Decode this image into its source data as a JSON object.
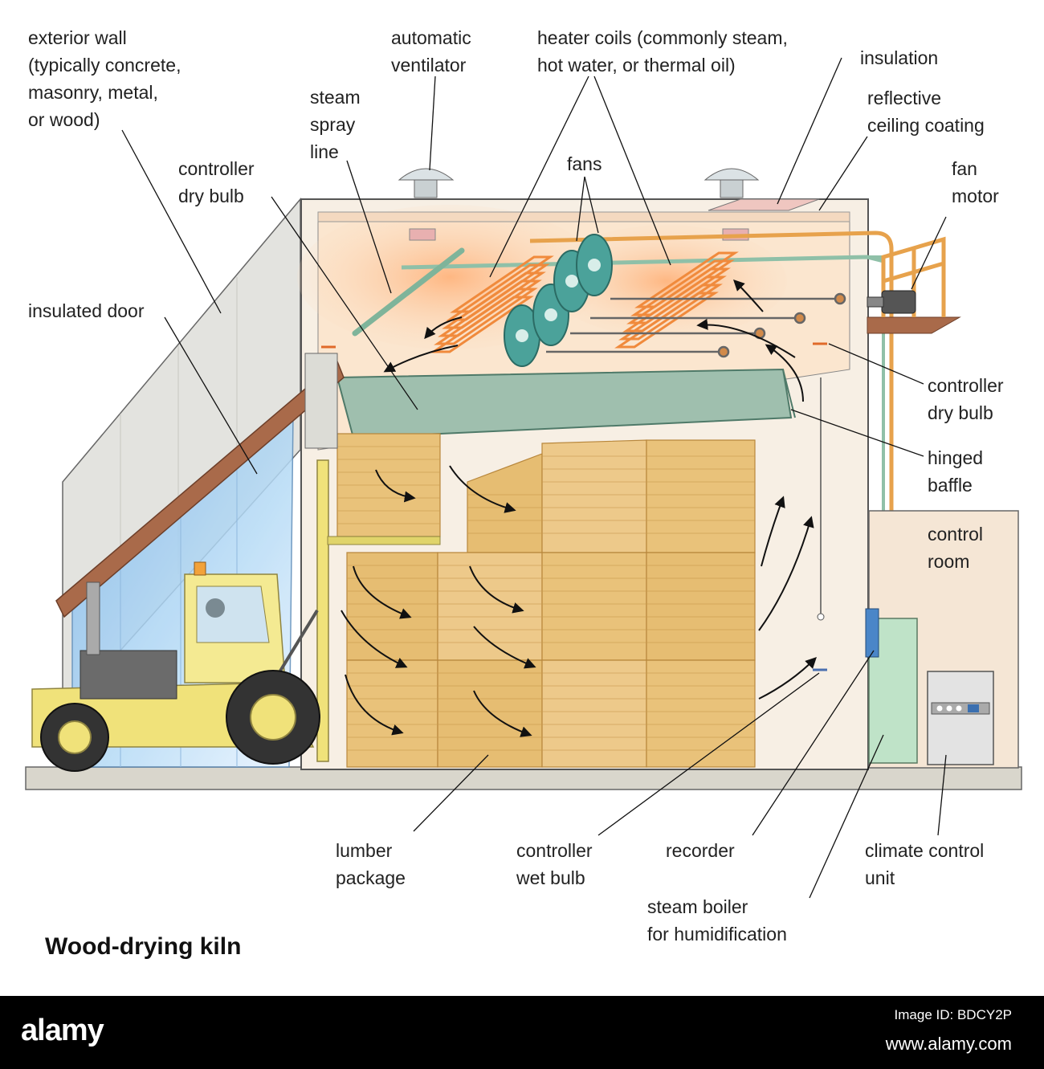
{
  "title": "Wood-drying kiln",
  "labels": {
    "exterior_wall": "exterior wall\n(typically concrete,\nmasonry, metal,\nor wood)",
    "automatic_ventilator": "automatic\nventilator",
    "heater_coils": "heater coils (commonly steam,\nhot water, or thermal oil)",
    "insulation": "insulation",
    "reflective_ceiling": "reflective\nceiling coating",
    "steam_spray_line": "steam\nspray\nline",
    "fans": "fans",
    "fan_motor": "fan\nmotor",
    "controller_dry_bulb_left": "controller\ndry bulb",
    "insulated_door": "insulated door",
    "controller_dry_bulb_right": "controller\ndry bulb",
    "hinged_baffle": "hinged\nbaffle",
    "control_room": "control\nroom",
    "lumber_package": "lumber\npackage",
    "controller_wet_bulb": "controller\nwet bulb",
    "recorder": "recorder",
    "climate_control_unit": "climate control\nunit",
    "steam_boiler": "steam boiler\nfor humidification"
  },
  "colors": {
    "wall_fill": "#f7efe4",
    "ceiling_fill": "#fbe6cf",
    "lumber": "#e9c27a",
    "lumber_dark": "#c99a4c",
    "fan": "#4ba29a",
    "coil": "#f08a3c",
    "baffle": "#9fbfae",
    "forklift": "#f0e27a",
    "door_glass": "#9fcaf0",
    "control_unit": "#bfe3c8",
    "pipe": "#e7a24c"
  },
  "footer": {
    "logo": "alamy",
    "image_id": "Image ID: BDCY2P",
    "url": "www.alamy.com"
  }
}
